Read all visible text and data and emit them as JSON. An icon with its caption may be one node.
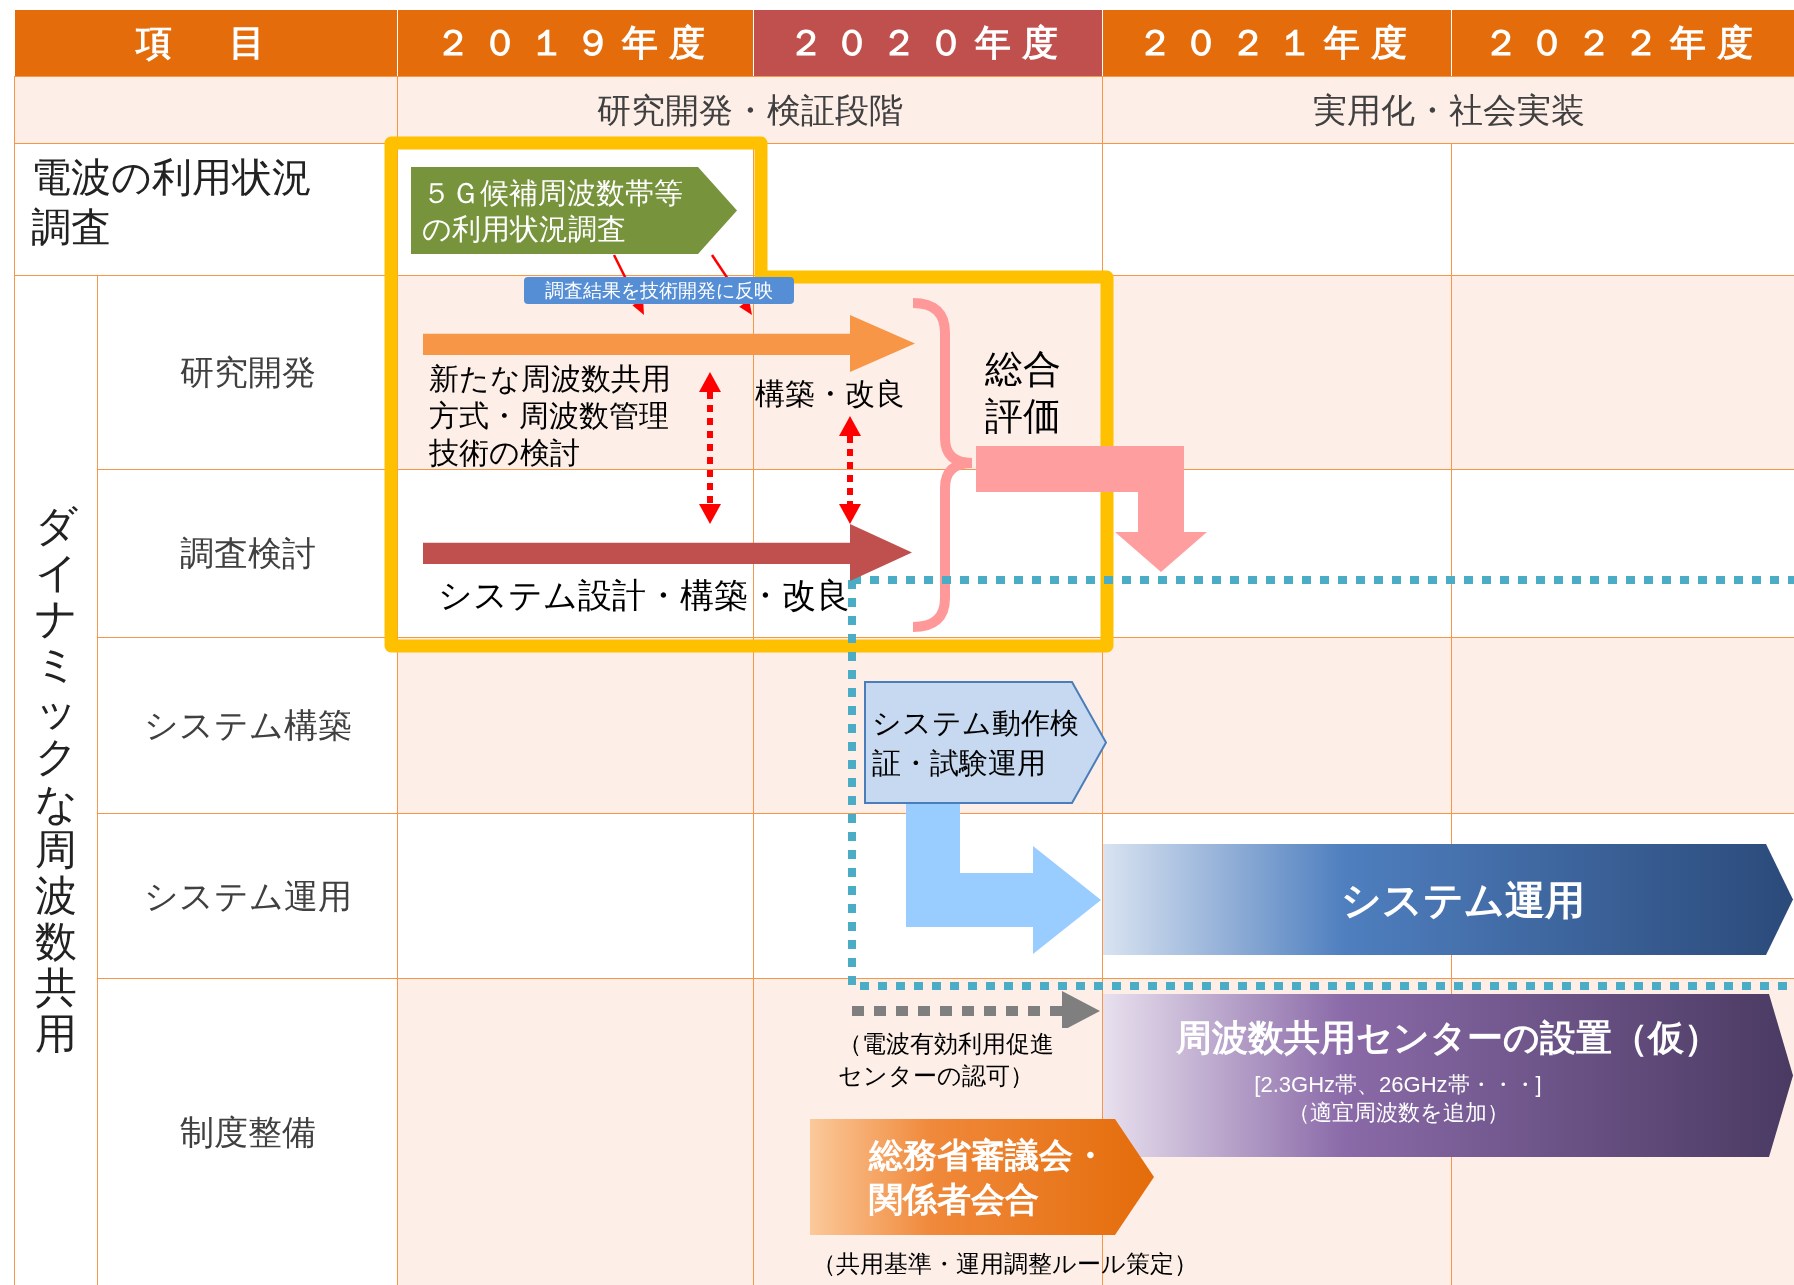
{
  "diagram": {
    "nodes": [
      {
        "text": [
          "５Ｇ候補周波数帯等の利用状況調査"
        ]
      },
      {
        "text": [],
        "shape": "arrow"
      },
      {
        "text": [
          "新たな周波数共用方式・周波数管理技術の検討"
        ]
      },
      {
        "text": [
          "構築・改良"
        ]
      },
      {
        "text": [],
        "shape": "arrow",
        "beside": [
          "システム設計・構築・改良"
        ]
      },
      {
        "text": [
          "総合評価"
        ]
      },
      {
        "text": [
          "システム動作検証・試験運用"
        ]
      },
      {
        "text": [
          "システム運用"
        ]
      },
      {
        "text": [
          "周波数共用センターの設置（仮）",
          "[2.3GHz帯、26GHz帯・・・]",
          "（適宜周波数を追加）"
        ]
      },
      {
        "text": [
          "総務省審議会・関係者会合"
        ],
        "beside": [
          "（共用基準・運用調整ルール策定）"
        ]
      }
    ],
    "edges": [
      {
        "from": 0,
        "to": 1,
        "arrow": "to",
        "color": "#ff0000",
        "label": "調査結果を技術開発に反映"
      },
      {
        "from": 0,
        "to": 1,
        "arrow": "to",
        "color": "#ff0000"
      },
      {
        "from": 1,
        "to": 4,
        "arrow": "both",
        "style": "dashed",
        "color": "#ff0000"
      },
      {
        "from": 3,
        "to": 4,
        "arrow": "both",
        "style": "dashed",
        "color": "#ff0000"
      },
      {
        "from": 5,
        "to": null,
        "arrow": "to",
        "style": "thick",
        "color": "#ff9e9e"
      },
      {
        "from": 6,
        "to": 7,
        "arrow": "to",
        "style": "thick",
        "color": "#99ccff"
      },
      {
        "from": null,
        "to": 8,
        "arrow": "to",
        "style": "dashed",
        "color": "#7f7f7f",
        "label": "（電波有効利用促進センターの認可）"
      }
    ],
    "labels": [
      "項　目",
      "２０１９年度",
      "２０２０年度",
      "２０２１年度",
      "２０２２年度",
      "研究開発・検証段階",
      "実用化・社会実装",
      "電波の利用状況調査",
      "ダイナミックな周波数共用",
      "研究開発",
      "調査検討",
      "システム構築",
      "システム運用",
      "制度整備"
    ]
  }
}
